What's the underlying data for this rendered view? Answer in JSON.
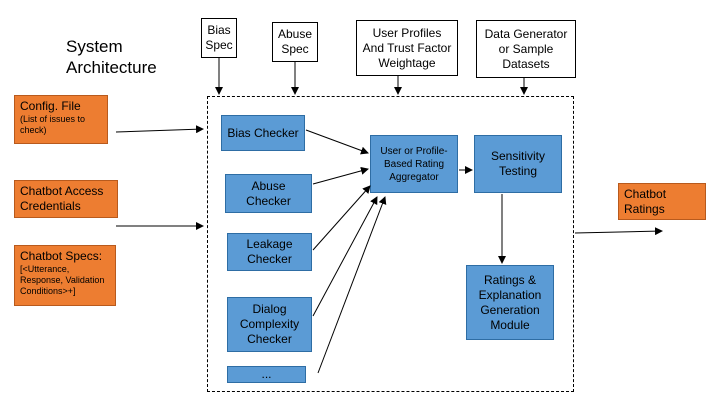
{
  "title": "System\nArchitecture",
  "top_inputs": {
    "bias_spec": "Bias\nSpec",
    "abuse_spec": "Abuse\nSpec",
    "user_profiles": "User Profiles\nAnd Trust Factor\nWeightage",
    "data_generator": "Data Generator\nor Sample\nDatasets"
  },
  "left_inputs": {
    "config_file": "Config. File",
    "config_file_sub": "(List of issues to\ncheck)",
    "access_credentials": "Chatbot Access\nCredentials",
    "chatbot_specs": "Chatbot Specs:",
    "chatbot_specs_sub": "[<Utterance,\nResponse, Validation\nConditions>+]"
  },
  "checkers": {
    "bias": "Bias Checker",
    "abuse": "Abuse\nChecker",
    "leakage": "Leakage\nChecker",
    "dialog": "Dialog\nComplexity\nChecker",
    "more": "..."
  },
  "aggregator": "User or Profile-\nBased Rating\nAggregator",
  "sensitivity": "Sensitivity\nTesting",
  "ratings_module": "Ratings &\nExplanation\nGeneration\nModule",
  "output": "Chatbot\nRatings",
  "colors": {
    "orange": "#ed7d31",
    "blue": "#5b9bd5"
  }
}
